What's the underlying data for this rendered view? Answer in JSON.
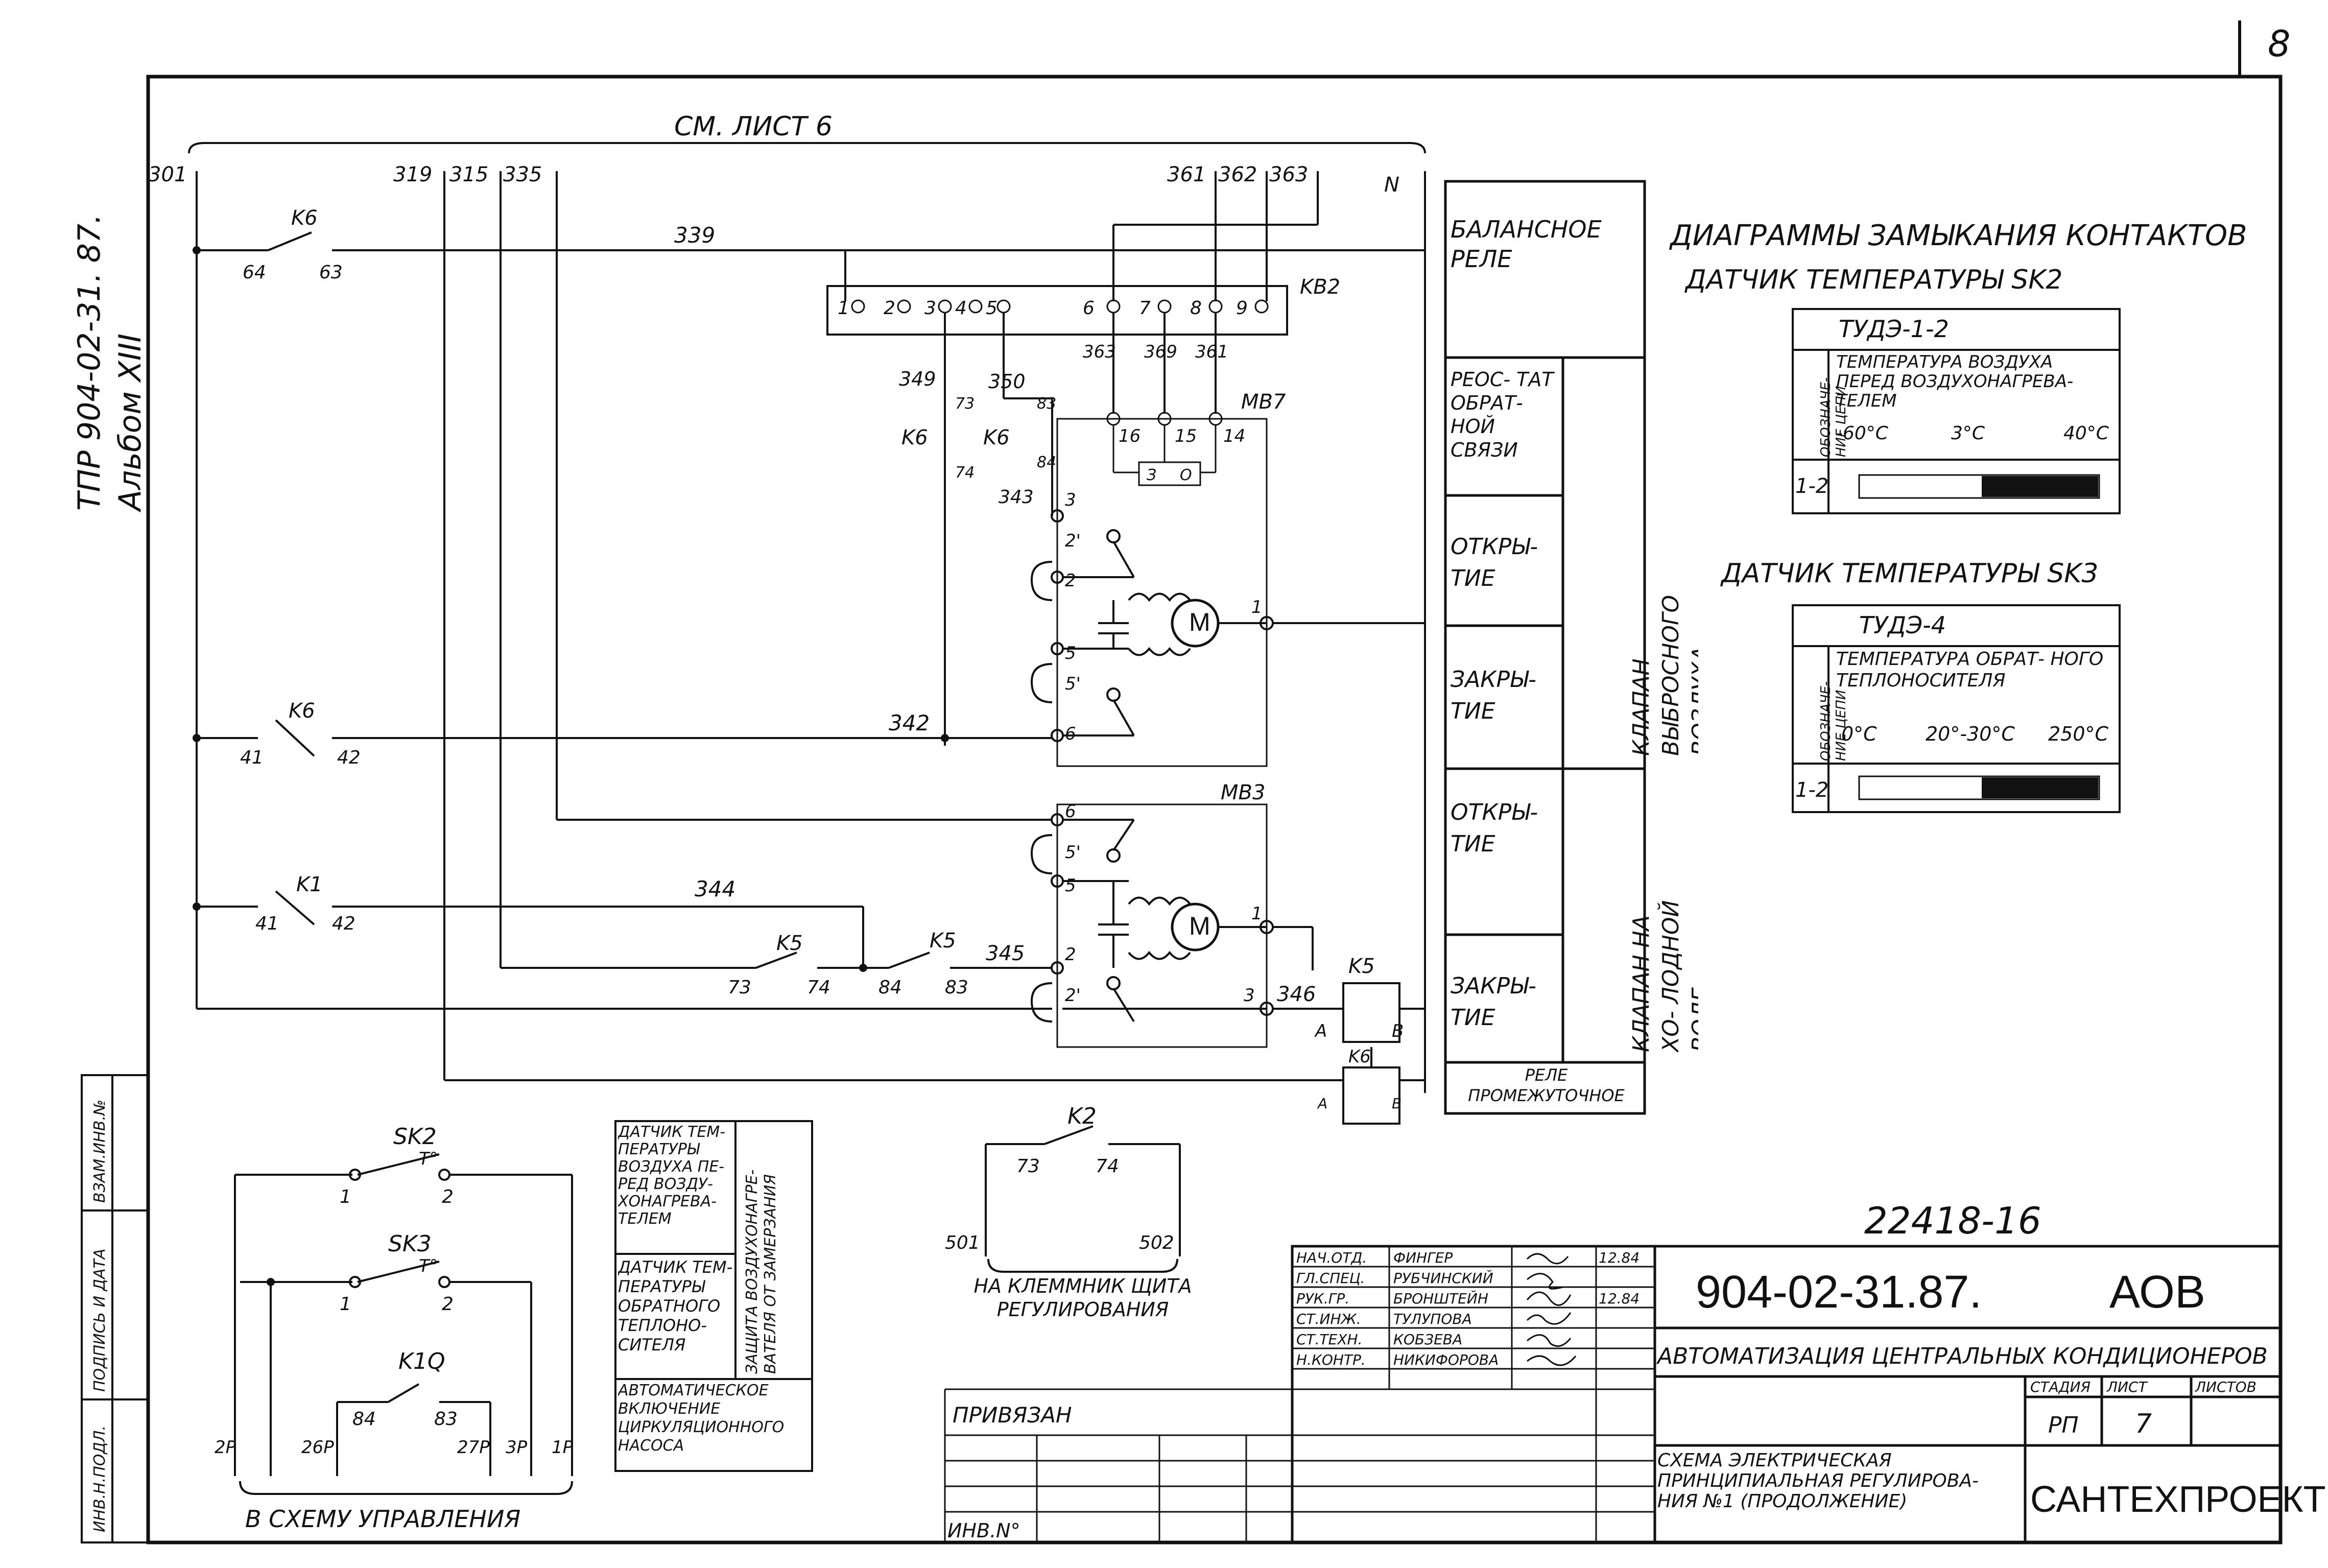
{
  "sheet_number": "8",
  "side_stamp": {
    "line1": "ТПР 904-02-31. 87.",
    "line2": "Альбом XIII"
  },
  "header_ref": "СМ. ЛИСТ 6",
  "bus_labels": [
    "301",
    "319",
    "315",
    "335",
    "361",
    "362",
    "363",
    "N"
  ],
  "wire_labels": [
    "339",
    "342",
    "344",
    "345",
    "346",
    "349",
    "350",
    "343",
    "363",
    "369",
    "361"
  ],
  "contacts": {
    "k6_top": {
      "name": "K6",
      "a": "64",
      "b": "63"
    },
    "k6_mid": {
      "name": "K6",
      "a": "41",
      "b": "42"
    },
    "k1": {
      "name": "K1",
      "a": "41",
      "b": "42"
    },
    "k5_a": {
      "name": "K5",
      "a": "73",
      "b": "74"
    },
    "k5_b": {
      "name": "K5",
      "a": "84",
      "b": "83"
    },
    "k6_v1": {
      "name": "K6",
      "a": "73",
      "b": "74"
    },
    "k6_v2": {
      "name": "K6",
      "a": "83",
      "b": "84"
    }
  },
  "kb2": {
    "name": "KB2",
    "terminals": [
      "1",
      "2",
      "3",
      "4",
      "5",
      "6",
      "7",
      "8",
      "9"
    ]
  },
  "mb7": {
    "name": "MB7",
    "pins": [
      "16",
      "15",
      "14",
      "3",
      "2'",
      "2",
      "1",
      "5",
      "5'",
      "6"
    ],
    "rheo": [
      "З",
      "О"
    ]
  },
  "mb3": {
    "name": "MB3",
    "pins": [
      "6",
      "5'",
      "5",
      "1",
      "2",
      "2'",
      "3"
    ]
  },
  "motor_symbol": "M",
  "relays": {
    "k5": "K5",
    "k6": "K6",
    "a": "A",
    "b": "B"
  },
  "right_table": {
    "rows": [
      {
        "label": "БАЛАНСНОЕ РЕЛЕ"
      },
      {
        "label": "РЕОС- ТАТ ОБРАТ- НОЙ СВЯЗИ"
      },
      {
        "label": "ОТКРЫ- ТИЕ"
      },
      {
        "label": "ЗАКРЫ- ТИЕ"
      },
      {
        "label": "ОТКРЫ- ТИЕ"
      },
      {
        "label": "ЗАКРЫ- ТИЕ"
      }
    ],
    "group1": "КЛАПАН ВЫБРОСНОГО ВОЗДУХА",
    "group2": "КЛАПАН НА ХО- ЛОДНОЙ ВОДЕ",
    "footer": "РЕЛЕ ПРОМЕЖУТОЧНОЕ"
  },
  "diagrams": {
    "title": "ДИАГРАММЫ ЗАМЫКАНИЯ КОНТАКТОВ",
    "sk2": {
      "heading": "ДАТЧИК ТЕМПЕРАТУРЫ SK2",
      "device": "ТУДЭ-1-2",
      "side": "ОБОЗНАЧЕ- НИЕ ЦЕПИ",
      "desc": "ТЕМПЕРАТУРА ВОЗДУХА ПЕРЕД ВОЗДУХОНАГРЕВА- ТЕЛЕМ",
      "ticks": [
        "-60°С",
        "3°С",
        "40°С"
      ],
      "row": "1-2"
    },
    "sk3": {
      "heading": "ДАТЧИК ТЕМПЕРАТУРЫ SK3",
      "device": "ТУДЭ-4",
      "side": "ОБОЗНАЧЕ- НИЕ ЦЕПИ",
      "desc": "ТЕМПЕРАТУРА ОБРАТ- НОГО ТЕПЛОНОСИТЕЛЯ",
      "ticks": [
        "0°С",
        "20°-30°С",
        "250°С"
      ],
      "row": "1-2"
    }
  },
  "sensors": {
    "sk2": {
      "name": "SK2",
      "pin1": "1",
      "pin2": "2",
      "temp": "T°"
    },
    "sk3": {
      "name": "SK3",
      "pin1": "1",
      "pin2": "2",
      "temp": "T°"
    },
    "k1q": {
      "name": "K1Q",
      "a": "84",
      "b": "83"
    },
    "terminals": [
      "2P",
      "26P",
      "27P",
      "3P",
      "1P"
    ],
    "caption": "В СХЕМУ УПРАВЛЕНИЯ"
  },
  "legend": {
    "r1": "ДАТЧИК ТЕМ- ПЕРАТУРЫ ВОЗДУХА ПЕ- РЕД ВОЗДУ- ХОНАГРЕВА- ТЕЛЕМ",
    "r2": "ДАТЧИК ТЕМ- ПЕРАТУРЫ ОБРАТНОГО ТЕПЛОНО- СИТЕЛЯ",
    "right": "ЗАЩИТА ВОЗДУХОНАГРЕ- ВАТЕЛЯ ОТ ЗАМЕРЗАНИЯ",
    "r3": "АВТОМАТИЧЕСКОЕ ВКЛЮЧЕНИЕ ЦИРКУЛЯЦИОННОГО НАСОСА"
  },
  "k2": {
    "name": "K2",
    "a": "73",
    "b": "74",
    "t1": "501",
    "t2": "502",
    "caption": "НА КЛЕММНИК ЩИТА РЕГУЛИРОВАНИЯ"
  },
  "left_stamp": [
    "ИНВ.Н.ПОДЛ.",
    "ПОДПИСЬ И ДАТА",
    "ВЗАМ.ИНВ.№"
  ],
  "title_block": {
    "handwritten": "22418-16",
    "signers": [
      {
        "role": "НАЧ.ОТД.",
        "name": "ФИНГЕР",
        "date": "12.84"
      },
      {
        "role": "ГЛ.СПЕЦ.",
        "name": "РУБЧИНСКИЙ",
        "date": ""
      },
      {
        "role": "РУК.ГР.",
        "name": "БРОНШТЕЙН",
        "date": "12.84"
      },
      {
        "role": "СТ.ИНЖ.",
        "name": "ТУЛУПОВА",
        "date": ""
      },
      {
        "role": "СТ.ТЕХН.",
        "name": "КОБЗЕВА",
        "date": ""
      },
      {
        "role": "Н.КОНТР.",
        "name": "НИКИФОРОВА",
        "date": ""
      }
    ],
    "doc_code": "904-02-31.87.",
    "mark": "АОВ",
    "title": "АВТОМАТИЗАЦИЯ ЦЕНТРАЛЬНЫХ КОНДИЦИОНЕРОВ",
    "stage_h": "СТАДИЯ",
    "sheet_h": "ЛИСТ",
    "sheets_h": "ЛИСТОВ",
    "stage": "РП",
    "sheet": "7",
    "desc": "СХЕМА ЭЛЕКТРИЧЕСКАЯ ПРИНЦИПИАЛЬНАЯ РЕГУЛИРОВА- НИЯ №1 (ПРОДОЛЖЕНИЕ)",
    "org": "САНТЕХПРОЕКТ",
    "privyazan": "ПРИВЯЗАН",
    "inv": "ИНВ.N°"
  }
}
